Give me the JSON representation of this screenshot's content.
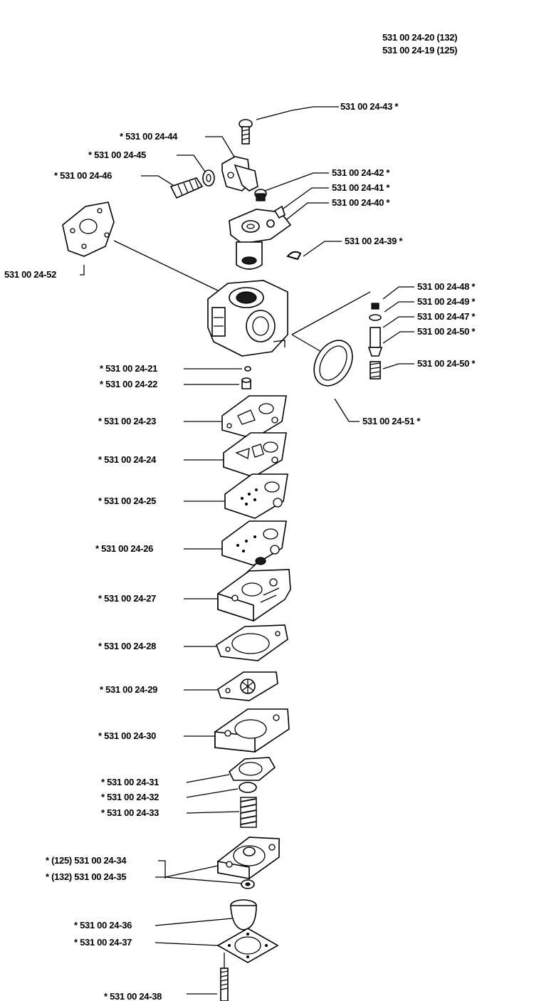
{
  "header": {
    "line1": "531 00 24-20 (132)",
    "line2": "531 00 24-19 (125)"
  },
  "labels": {
    "p43": "531 00 24-43  *",
    "p44": "*  531 00 24-44",
    "p45": "*  531 00 24-45",
    "p46": "*  531 00 24-46",
    "p42": "531 00 24-42  *",
    "p41": "531 00 24-41  *",
    "p40": "531 00 24-40  *",
    "p39": "531 00 24-39  *",
    "p52": "531 00 24-52",
    "p48": "531 00 24-48  *",
    "p49": "531 00 24-49  *",
    "p47": "531 00 24-47  *",
    "p50a": "531 00 24-50  *",
    "p50b": "531 00 24-50  *",
    "p51": "531 00 24-51  *",
    "p21": "*  531 00 24-21",
    "p22": "*  531 00 24-22",
    "p23": "*  531 00 24-23",
    "p24": "*  531 00 24-24",
    "p25": "*  531 00 24-25",
    "p26": "*  531 00 24-26",
    "p27": "*  531 00 24-27",
    "p28": "*  531 00 24-28",
    "p29": "*  531 00 24-29",
    "p30": "*  531 00 24-30",
    "p31": "*  531 00 24-31",
    "p32": "*  531 00 24-32",
    "p33": "*  531 00 24-33",
    "p34": "*  (125) 531 00 24-34",
    "p35": "*  (132) 531 00 24-35",
    "p36": "*  531 00 24-36",
    "p37": "*  531 00 24-37",
    "p38": "*  531 00 24-38"
  }
}
